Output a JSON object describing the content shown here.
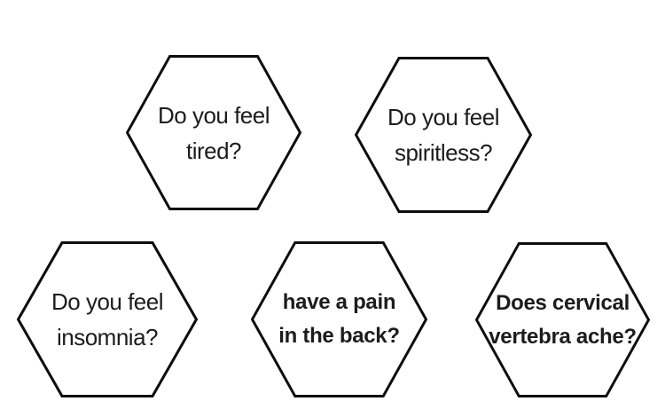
{
  "page": {
    "background_color": "#ffffff",
    "stroke_color": "#0d0d0d",
    "text_color": "#1c1c1c"
  },
  "hexagons": [
    {
      "id": "tired",
      "line1": "Do you feel",
      "line2": "tired?",
      "bold": false
    },
    {
      "id": "spiritless",
      "line1": "Do you feel",
      "line2": "spiritless?",
      "bold": false
    },
    {
      "id": "insomnia",
      "line1": "Do you feel",
      "line2": "insomnia?",
      "bold": false
    },
    {
      "id": "back-pain",
      "line1": "have a pain",
      "line2": "in the back?",
      "bold": true
    },
    {
      "id": "cervical",
      "line1": "Does cervical",
      "line2": "vertebra ache?",
      "bold": true
    }
  ]
}
